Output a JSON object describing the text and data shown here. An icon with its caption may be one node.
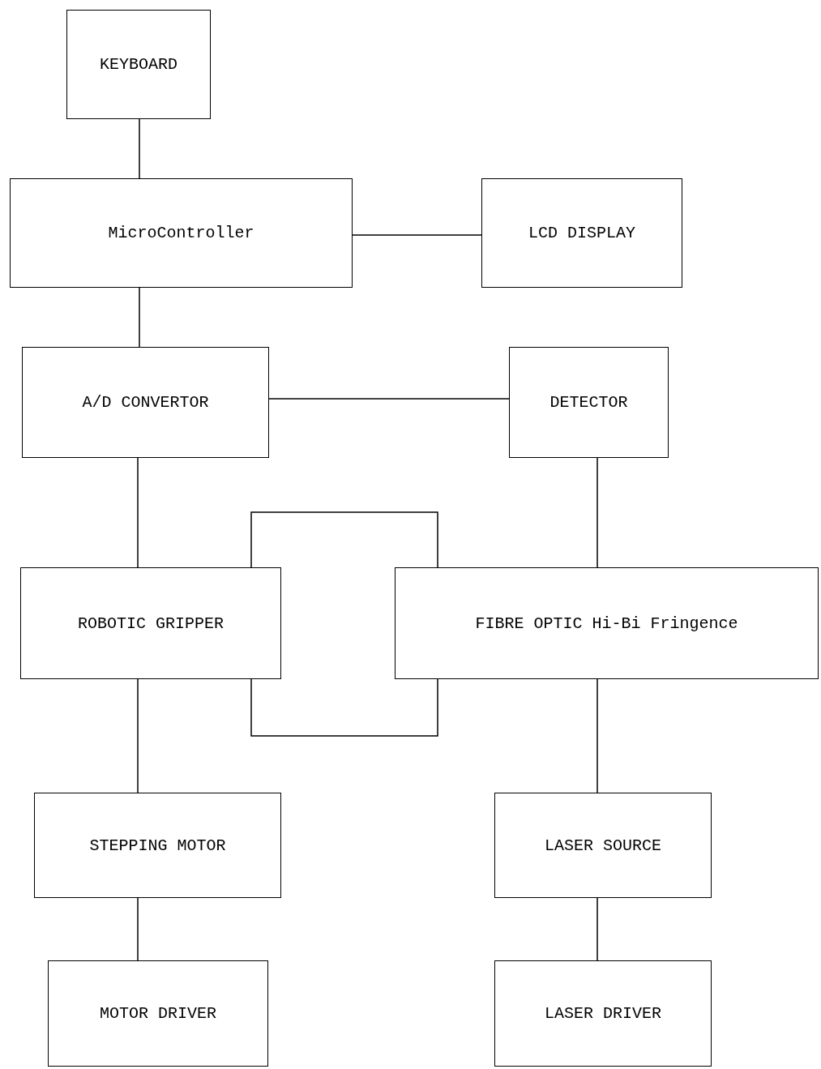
{
  "diagram": {
    "nodes": [
      {
        "text": [
          "KEYBOARD"
        ]
      },
      {
        "text": [
          "MicroController"
        ]
      },
      {
        "text": [
          "LCD DISPLAY"
        ]
      },
      {
        "text": [
          "A/D CONVERTOR"
        ]
      },
      {
        "text": [
          "DETECTOR"
        ]
      },
      {
        "text": [
          "ROBOTIC GRIPPER"
        ]
      },
      {
        "text": [
          "FIBRE OPTIC Hi-Bi Fringence"
        ]
      },
      {
        "text": [
          "STEPPING MOTOR"
        ]
      },
      {
        "text": [
          "LASER SOURCE"
        ]
      },
      {
        "text": [
          "MOTOR DRIVER"
        ]
      },
      {
        "text": [
          "LASER DRIVER"
        ]
      }
    ],
    "edges": [
      {
        "from": 0,
        "to": 1,
        "arrow": "none"
      },
      {
        "from": 1,
        "to": 2,
        "arrow": "none"
      },
      {
        "from": 1,
        "to": 3,
        "arrow": "none"
      },
      {
        "from": 3,
        "to": 4,
        "arrow": "none"
      },
      {
        "from": 3,
        "to": 5,
        "arrow": "none"
      },
      {
        "from": 4,
        "to": 6,
        "arrow": "none"
      },
      {
        "from": 5,
        "to": 6,
        "arrow": "none"
      },
      {
        "from": 5,
        "to": 6,
        "arrow": "none"
      },
      {
        "from": 5,
        "to": 7,
        "arrow": "none"
      },
      {
        "from": 6,
        "to": 8,
        "arrow": "none"
      },
      {
        "from": 7,
        "to": 9,
        "arrow": "none"
      },
      {
        "from": 8,
        "to": 10,
        "arrow": "none"
      }
    ]
  }
}
